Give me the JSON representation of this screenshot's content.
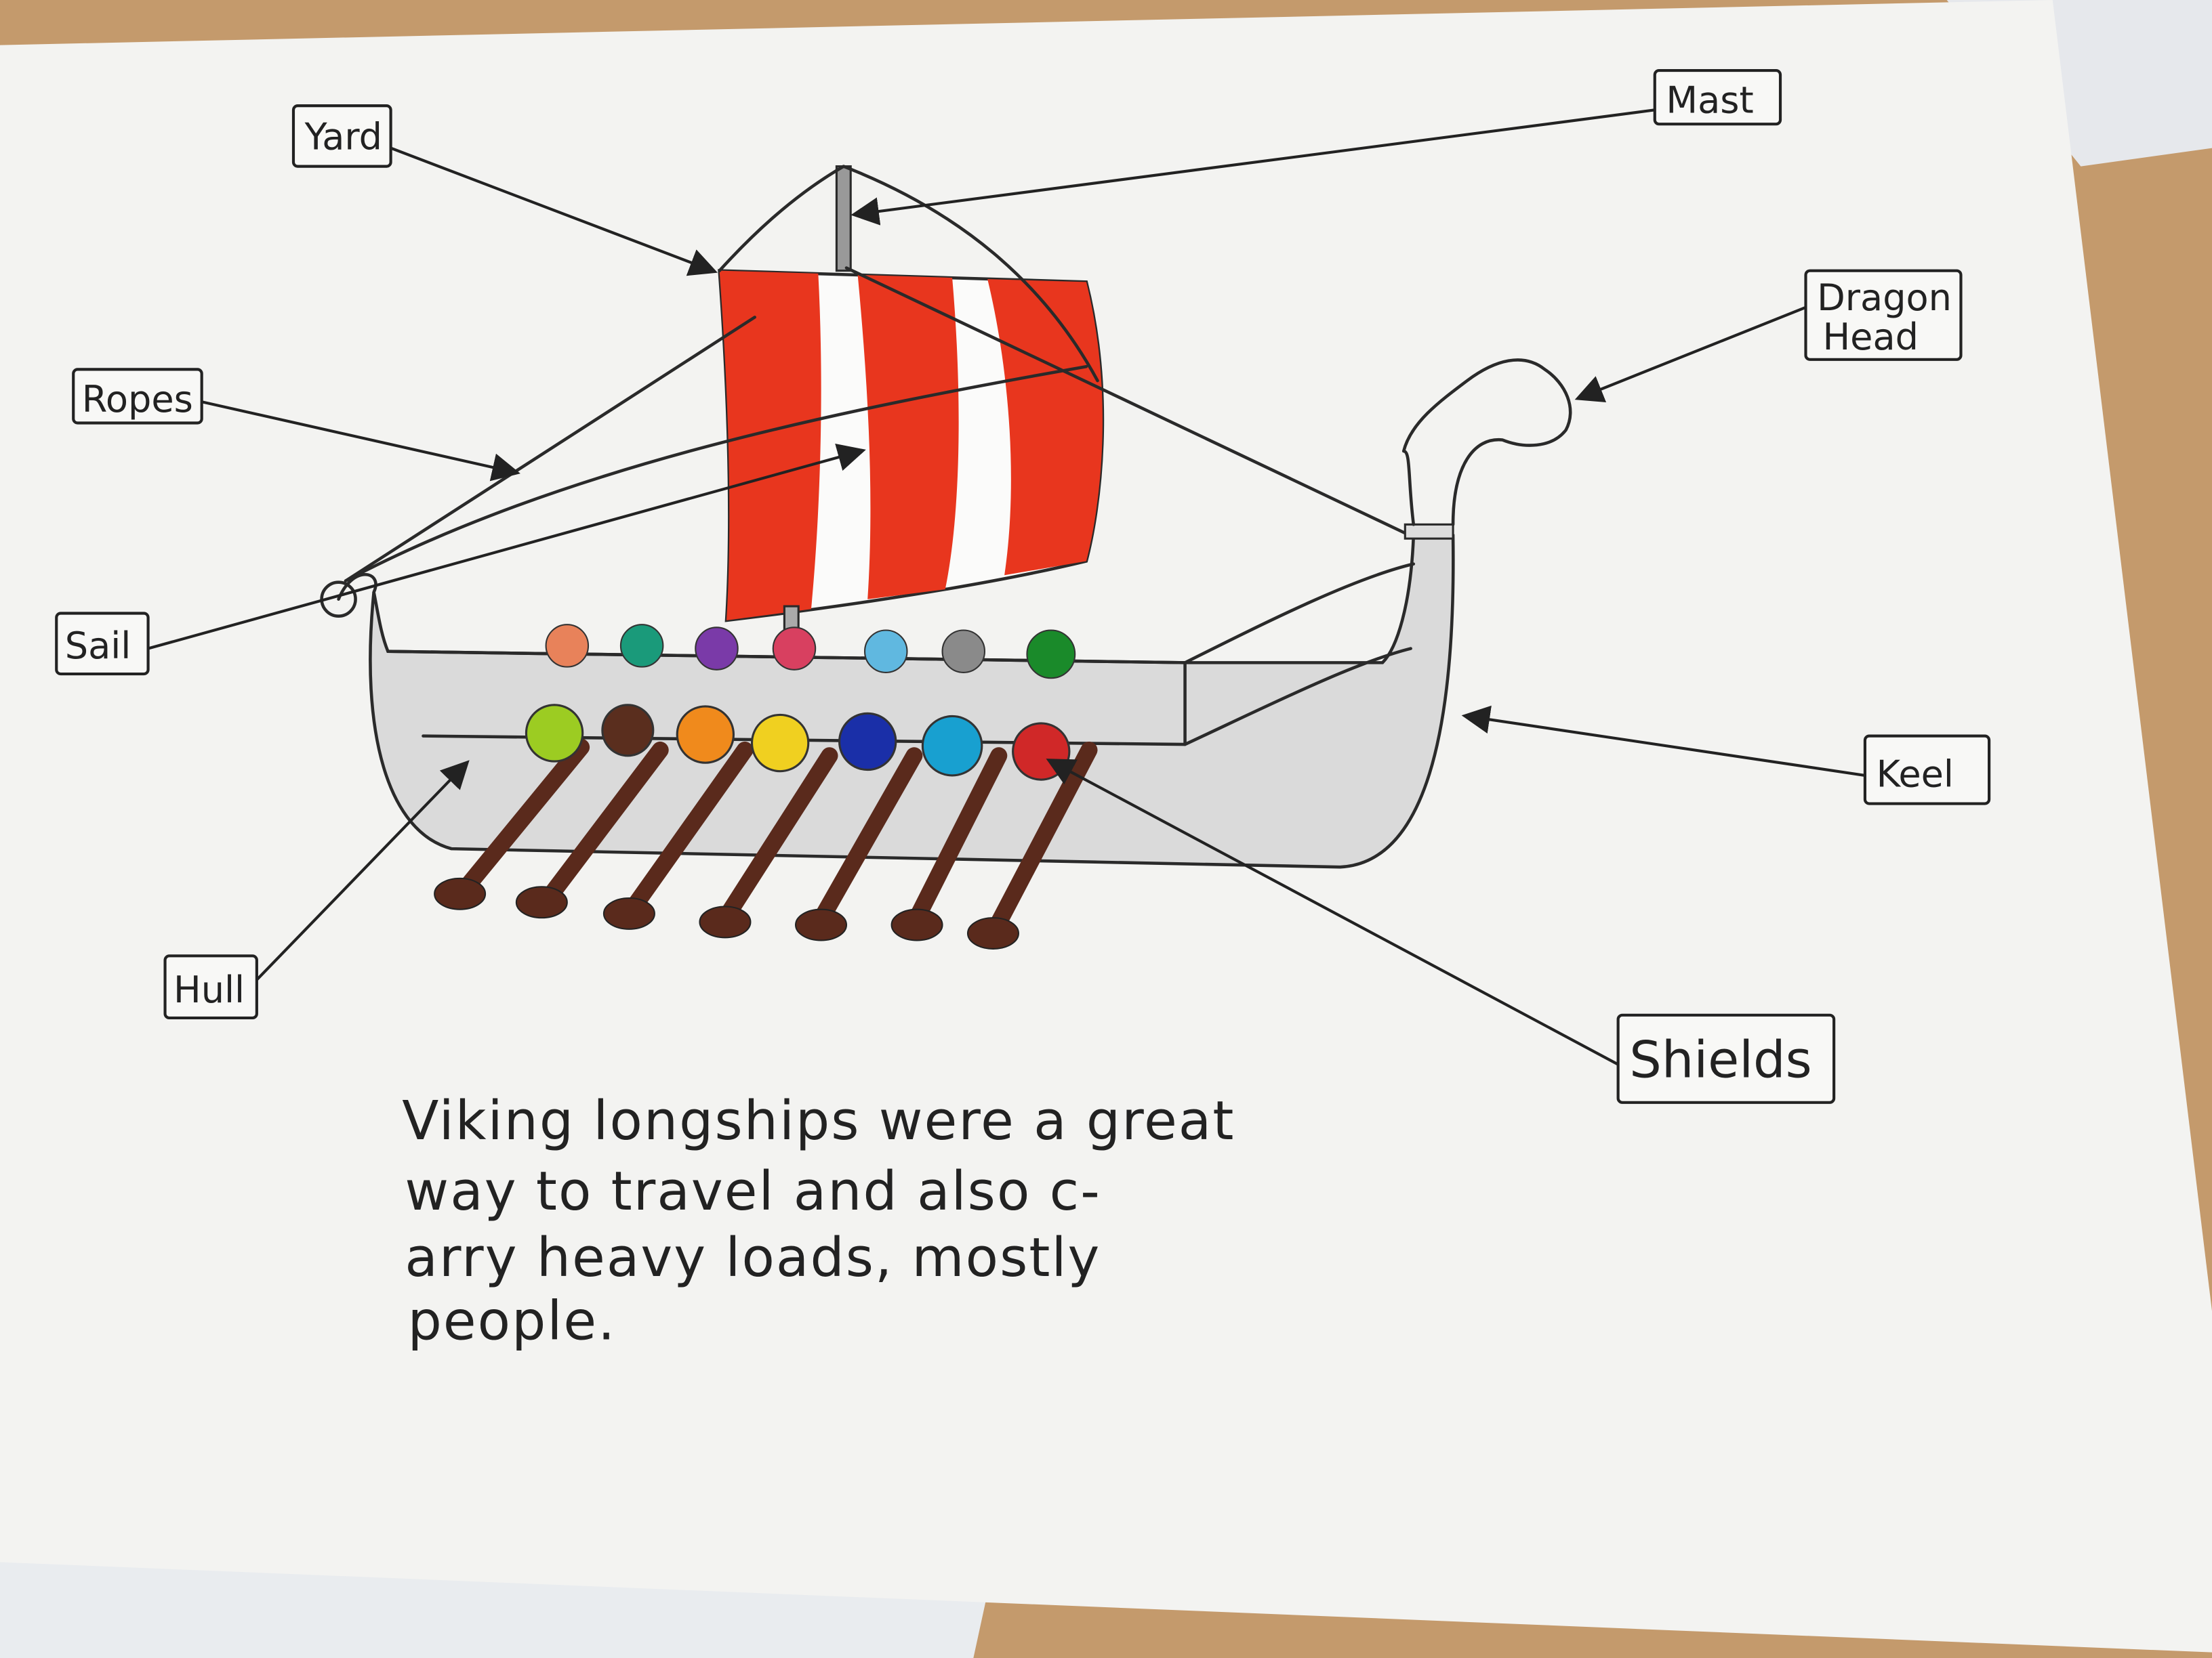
{
  "labels": {
    "yard": "Yard",
    "mast": "Mast",
    "dragon_head_line1": "Dragon",
    "dragon_head_line2": "Head",
    "ropes": "Ropes",
    "sail": "Sail",
    "keel": "Keel",
    "hull": "Hull",
    "shields": "Shields"
  },
  "note": {
    "lines": [
      "Viking longships were a great",
      "way to travel and also c-",
      "arry heavy loads, mostly",
      "people."
    ]
  },
  "colors": {
    "sail_red": "#e8361e",
    "oar_brown": "#5a2a1c",
    "hull_gray": "#d8d8d8",
    "paper": "#f3f3f1",
    "wood": "#c49a6c",
    "front_shields": [
      "#9ccc22",
      "#5a2e1e",
      "#f08a1c",
      "#f0d020",
      "#1a2fa8",
      "#18a0d0",
      "#d02828"
    ],
    "back_shields": [
      "#e8825a",
      "#1a9a7a",
      "#7a3aa8",
      "#d84060",
      "#60b8e0",
      "#8a8a8a",
      "#1a8a2a"
    ]
  }
}
